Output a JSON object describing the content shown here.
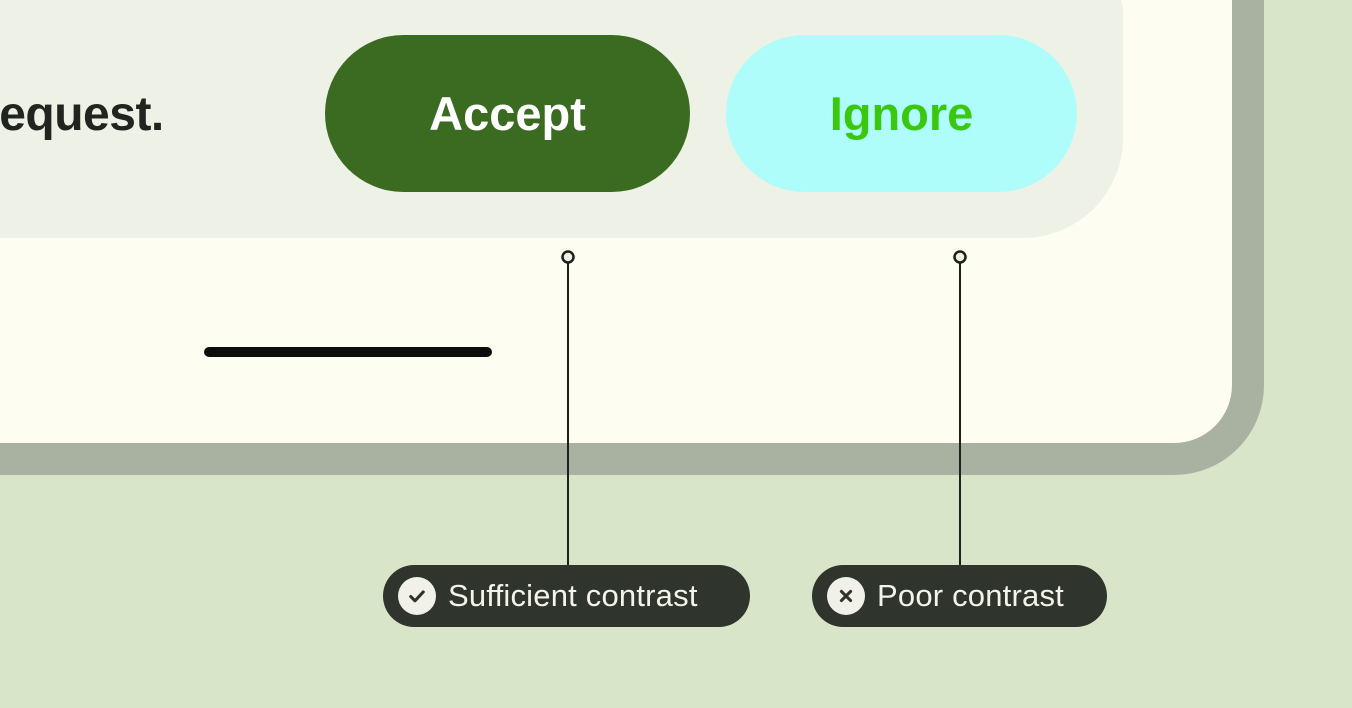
{
  "figure": {
    "description": "Contrast guidance illustration: message card with Accept and Ignore buttons annotated for color contrast"
  },
  "colors": {
    "background": "#d9e5c9",
    "device_frame": "#a9b1a1",
    "device_screen": "#fdfdf2",
    "panel": "#eef2e6",
    "accept_bg": "#3a6b21",
    "accept_fg": "#ffffff",
    "ignore_bg": "#aefdfb",
    "ignore_fg": "#3bc70e",
    "body_text": "#21251f",
    "callout_bg": "#2f342c",
    "callout_fg": "#f4f3ea",
    "connector_line": "#1c1f1a"
  },
  "message": {
    "trailing_text": "a request."
  },
  "actions": {
    "accept_label": "Accept",
    "ignore_label": "Ignore"
  },
  "annotations": {
    "accept": {
      "label": "Sufficient contrast",
      "icon": "check-circle"
    },
    "ignore": {
      "label": "Poor contrast",
      "icon": "x-circle"
    }
  }
}
